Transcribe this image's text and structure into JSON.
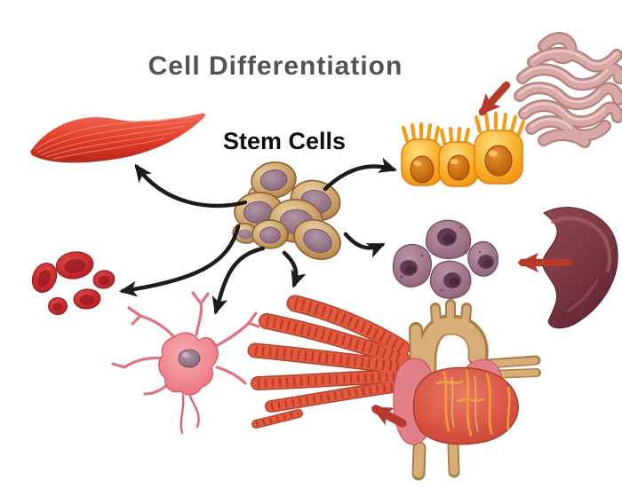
{
  "title": "Cell Differentiation",
  "labels": {
    "stem_cells": "Stem Cells"
  },
  "diagram": {
    "center_node": "stem-cells-cluster",
    "differentiated_cells": [
      "muscle-cell",
      "red-blood-cells",
      "neuron",
      "cardiac-muscle-fibers",
      "intestinal-epithelial-cells",
      "liver-cells"
    ],
    "organs": [
      "small-intestine",
      "liver",
      "heart"
    ],
    "black_arrows": [
      {
        "from": "stem-cells",
        "to": "muscle-cell"
      },
      {
        "from": "stem-cells",
        "to": "red-blood-cells"
      },
      {
        "from": "stem-cells",
        "to": "neuron"
      },
      {
        "from": "stem-cells",
        "to": "cardiac-muscle-fibers"
      },
      {
        "from": "stem-cells",
        "to": "intestinal-epithelial-cells"
      },
      {
        "from": "stem-cells",
        "to": "liver-cells"
      }
    ],
    "red_arrows": [
      {
        "from": "small-intestine",
        "to": "intestinal-epithelial-cells"
      },
      {
        "from": "liver",
        "to": "liver-cells"
      },
      {
        "from": "heart",
        "to": "cardiac-muscle-fibers"
      }
    ]
  },
  "colors": {
    "background": "#ffffff",
    "title_text": "#525355",
    "stem_label_text": "#0d0d0d",
    "black_arrow": "#1c1c1c",
    "red_arrow": "#b5392d",
    "stem_cell_body": "#c9995e",
    "stem_cell_nucleus": "#8f6f84",
    "muscle_red": "#d93a2b",
    "rbc_red": "#c1272d",
    "neuron_pink": "#ef7f87",
    "epithelial_orange": "#f7941e",
    "liver_cell_purple": "#9e7083",
    "intestine_pink": "#d9a3a0",
    "liver_brown": "#7c3e48",
    "heart_red": "#d95951",
    "vessel_tan": "#d4ac77"
  }
}
